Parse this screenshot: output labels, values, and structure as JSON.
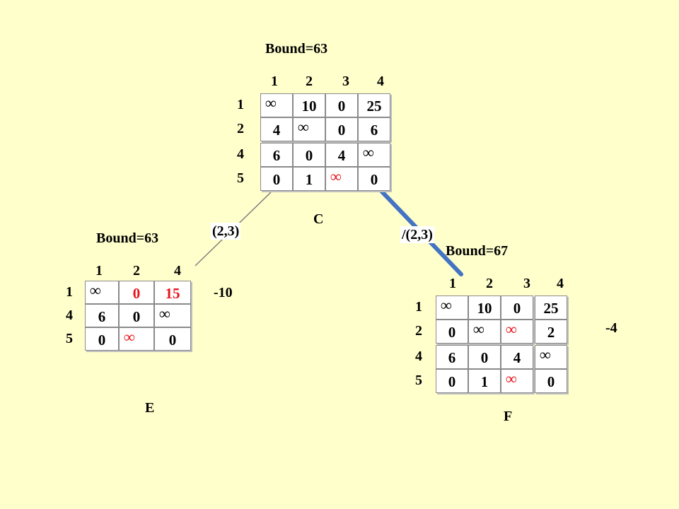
{
  "nodes": {
    "C": {
      "name": "C",
      "bound": "Bound=63",
      "col_headers": [
        "1",
        "2",
        "3",
        "4"
      ],
      "row_headers": [
        "1",
        "2",
        "4",
        "5"
      ],
      "rows": [
        [
          {
            "v": "∞"
          },
          {
            "v": "10"
          },
          {
            "v": "0"
          },
          {
            "v": "25"
          }
        ],
        [
          {
            "v": "4"
          },
          {
            "v": "∞"
          },
          {
            "v": "0"
          },
          {
            "v": "6"
          }
        ],
        [
          {
            "v": "6"
          },
          {
            "v": "0"
          },
          {
            "v": "4"
          },
          {
            "v": "∞"
          }
        ],
        [
          {
            "v": "0"
          },
          {
            "v": "1"
          },
          {
            "v": "∞",
            "red": true
          },
          {
            "v": "0"
          }
        ]
      ]
    },
    "E": {
      "name": "E",
      "bound": "Bound=63",
      "delta": "-10",
      "col_headers": [
        "1",
        "2",
        "4"
      ],
      "row_headers": [
        "1",
        "4",
        "5"
      ],
      "rows": [
        [
          {
            "v": "∞"
          },
          {
            "v": "0",
            "red": true
          },
          {
            "v": "15",
            "red": true
          }
        ],
        [
          {
            "v": "6"
          },
          {
            "v": "0"
          },
          {
            "v": "∞"
          }
        ],
        [
          {
            "v": "0"
          },
          {
            "v": "∞",
            "red": true
          },
          {
            "v": "0"
          }
        ]
      ]
    },
    "F": {
      "name": "F",
      "bound": "Bound=67",
      "delta": "-4",
      "col_headers": [
        "1",
        "2",
        "3",
        "4"
      ],
      "row_headers": [
        "1",
        "2",
        "4",
        "5"
      ],
      "rows": [
        [
          {
            "v": "∞"
          },
          {
            "v": "10"
          },
          {
            "v": "0"
          },
          {
            "v": "25"
          }
        ],
        [
          {
            "v": "0"
          },
          {
            "v": "∞"
          },
          {
            "v": "∞",
            "red": true
          },
          {
            "v": "2"
          }
        ],
        [
          {
            "v": "6"
          },
          {
            "v": "0"
          },
          {
            "v": "4"
          },
          {
            "v": "∞"
          }
        ],
        [
          {
            "v": "0"
          },
          {
            "v": "1"
          },
          {
            "v": "∞",
            "red": true
          },
          {
            "v": "0"
          }
        ]
      ]
    }
  },
  "edges": {
    "left_label": "(2,3)",
    "right_label": "/(2,3)",
    "right_color": "#4472c4",
    "left_color": "#7f7f7f"
  }
}
